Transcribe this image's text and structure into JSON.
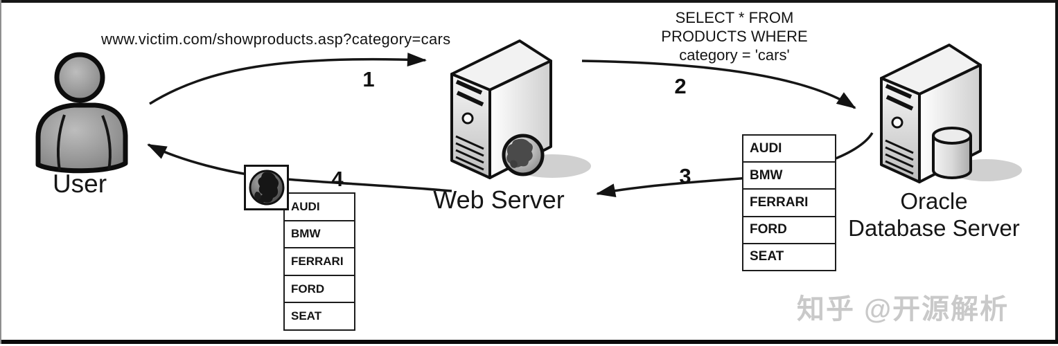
{
  "diagram": {
    "request_url": "www.victim.com/showproducts.asp?category=cars",
    "sql_lines": [
      "SELECT * FROM",
      "PRODUCTS WHERE",
      "category = 'cars'"
    ],
    "step_numbers": [
      "1",
      "2",
      "3",
      "4"
    ],
    "nodes": {
      "user_label": "User",
      "web_server_label": "Web Server",
      "db_label_line1": "Oracle",
      "db_label_line2": "Database Server"
    },
    "result_rows": [
      "AUDI",
      "BMW",
      "FERRARI",
      "FORD",
      "SEAT"
    ],
    "watermark": "知乎 @开源解析",
    "colors": {
      "ink": "#161616",
      "watermark": "#c9c9c9"
    }
  }
}
